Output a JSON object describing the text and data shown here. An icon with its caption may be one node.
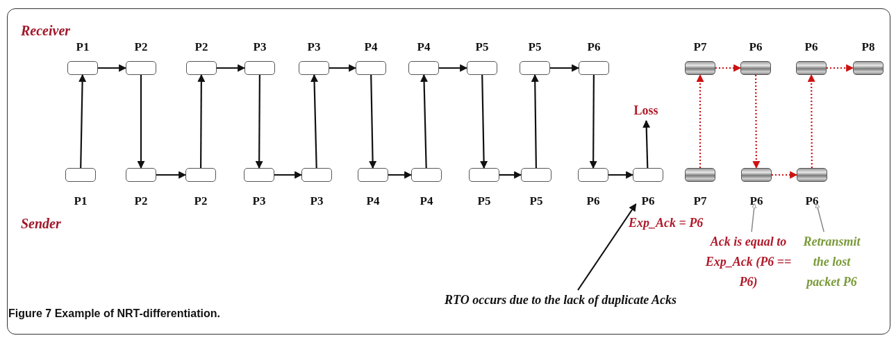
{
  "diagram": {
    "caption": "Figure 7 Example of NRT-differentiation.",
    "nodes": [
      {
        "text": [
          "P1"
        ]
      },
      {
        "text": [
          "P2"
        ]
      },
      {
        "text": [
          "P2"
        ]
      },
      {
        "text": [
          "P3"
        ]
      },
      {
        "text": [
          "P3"
        ]
      },
      {
        "text": [
          "P4"
        ]
      },
      {
        "text": [
          "P4"
        ]
      },
      {
        "text": [
          "P5"
        ]
      },
      {
        "text": [
          "P5"
        ]
      },
      {
        "text": [
          "P6"
        ]
      },
      {
        "text": [
          "P7"
        ]
      },
      {
        "text": [
          "P6"
        ]
      },
      {
        "text": [
          "P6"
        ]
      },
      {
        "text": [
          "P8"
        ]
      },
      {
        "text": [
          "P1"
        ]
      },
      {
        "text": [
          "P2"
        ]
      },
      {
        "text": [
          "P2"
        ]
      },
      {
        "text": [
          "P3"
        ]
      },
      {
        "text": [
          "P3"
        ]
      },
      {
        "text": [
          "P4"
        ]
      },
      {
        "text": [
          "P4"
        ]
      },
      {
        "text": [
          "P5"
        ]
      },
      {
        "text": [
          "P5"
        ]
      },
      {
        "text": [
          "P6"
        ]
      },
      {
        "text": [
          "P6"
        ]
      },
      {
        "text": [
          "P7"
        ]
      },
      {
        "text": [
          "P6"
        ]
      },
      {
        "text": [
          "P6"
        ]
      },
      {
        "text": [
          "Loss"
        ]
      },
      {
        "text": [
          "RTO occurs due to the lack of duplicate Acks"
        ]
      },
      {
        "text": [
          "Ack is equal to Exp_Ack (P6 == P6)"
        ]
      },
      {
        "text": [
          "Retransmit the lost packet P6"
        ]
      }
    ],
    "edges": [
      {
        "from": 0,
        "to": 1,
        "arrow": "to"
      },
      {
        "from": 2,
        "to": 3,
        "arrow": "to"
      },
      {
        "from": 4,
        "to": 5,
        "arrow": "to"
      },
      {
        "from": 6,
        "to": 7,
        "arrow": "to"
      },
      {
        "from": 8,
        "to": 9,
        "arrow": "to"
      },
      {
        "from": 10,
        "to": 11,
        "arrow": "to",
        "style": "dashed",
        "color": "#cc1111"
      },
      {
        "from": 12,
        "to": 13,
        "arrow": "to",
        "style": "dashed",
        "color": "#cc1111"
      },
      {
        "from": 14,
        "to": 0,
        "arrow": "to"
      },
      {
        "from": 1,
        "to": 15,
        "arrow": "to"
      },
      {
        "from": 16,
        "to": 2,
        "arrow": "to"
      },
      {
        "from": 3,
        "to": 17,
        "arrow": "to"
      },
      {
        "from": 18,
        "to": 4,
        "arrow": "to"
      },
      {
        "from": 5,
        "to": 19,
        "arrow": "to"
      },
      {
        "from": 20,
        "to": 6,
        "arrow": "to"
      },
      {
        "from": 7,
        "to": 21,
        "arrow": "to"
      },
      {
        "from": 22,
        "to": 8,
        "arrow": "to"
      },
      {
        "from": 9,
        "to": 23,
        "arrow": "to"
      },
      {
        "from": 15,
        "to": 16,
        "arrow": "to"
      },
      {
        "from": 17,
        "to": 18,
        "arrow": "to"
      },
      {
        "from": 19,
        "to": 20,
        "arrow": "to"
      },
      {
        "from": 21,
        "to": 22,
        "arrow": "to"
      },
      {
        "from": 23,
        "to": 24,
        "arrow": "to"
      },
      {
        "from": 24,
        "to": 28,
        "arrow": "to"
      },
      {
        "from": 25,
        "to": 10,
        "arrow": "to",
        "style": "dashed",
        "color": "#cc1111"
      },
      {
        "from": 11,
        "to": 26,
        "arrow": "to",
        "style": "dashed",
        "color": "#cc1111"
      },
      {
        "from": 26,
        "to": 27,
        "arrow": "to",
        "style": "dashed",
        "color": "#cc1111"
      },
      {
        "from": 27,
        "to": 12,
        "arrow": "to",
        "style": "dashed",
        "color": "#cc1111"
      },
      {
        "from": 29,
        "to": 24,
        "arrow": "to"
      },
      {
        "from": 30,
        "to": 26,
        "arrow": "to",
        "color": "#888888"
      },
      {
        "from": 31,
        "to": 27,
        "arrow": "to",
        "color": "#888888"
      }
    ],
    "labels": [
      "Receiver",
      "Sender",
      "Exp_Ack = P6"
    ]
  }
}
